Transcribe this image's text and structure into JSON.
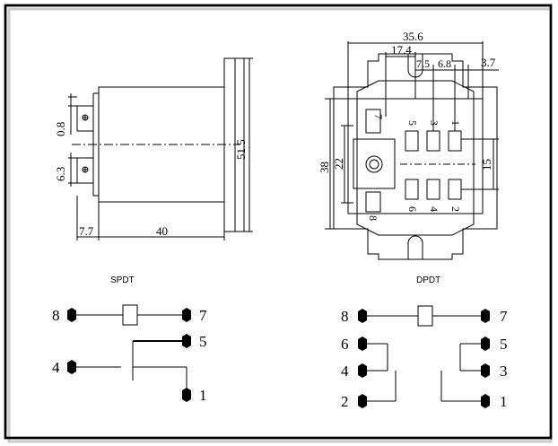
{
  "side_view": {
    "dim_0_8": "0.8",
    "dim_6_3": "6.3",
    "dim_7_7": "7.7",
    "dim_40": "40",
    "dim_51_5": "51.5"
  },
  "top_view": {
    "dim_35_6": "35.6",
    "dim_17_4": "17.4",
    "dim_7_5": "7.5",
    "dim_6_8": "6.8",
    "dim_3_7": "3.7",
    "dim_38": "38",
    "dim_22": "22",
    "dim_15": "15",
    "pins_top": [
      "7",
      "5",
      "3",
      "1"
    ],
    "pins_bottom": [
      "8",
      "6",
      "4",
      "2"
    ]
  },
  "spdt": {
    "title": "SPDT",
    "pins": {
      "p8": "8",
      "p7": "7",
      "p5": "5",
      "p4": "4",
      "p1": "1"
    }
  },
  "dpdt": {
    "title": "DPDT",
    "pins": {
      "p8": "8",
      "p7": "7",
      "p6": "6",
      "p5": "5",
      "p4": "4",
      "p3": "3",
      "p2": "2",
      "p1": "1"
    }
  }
}
